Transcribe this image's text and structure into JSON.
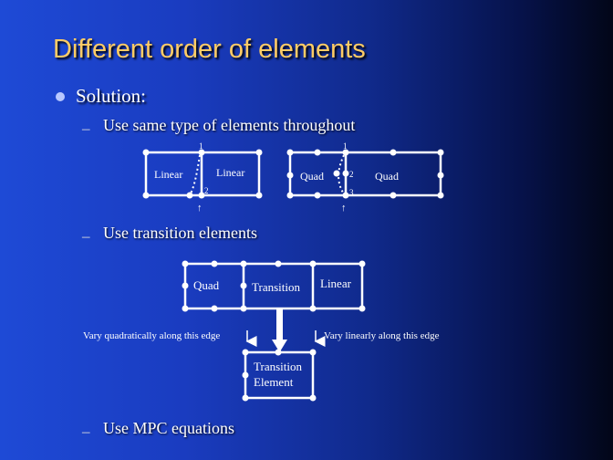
{
  "slide": {
    "title": "Different order of elements",
    "solution_label": "Solution:",
    "bullet_dash": "–",
    "subitems": [
      "Use same type of elements throughout",
      "Use transition elements",
      "Use MPC equations"
    ]
  },
  "diagram1": {
    "left_label": "Linear",
    "right_label": "Linear",
    "node_top": "1",
    "node_bottom": "2",
    "arrow": "↑"
  },
  "diagram2": {
    "left_label": "Quad",
    "right_label": "Quad",
    "node_top": "1",
    "node_mid": "2",
    "node_bottom": "3",
    "arrow": "↑"
  },
  "diagram3": {
    "quad_label": "Quad",
    "transition_label": "Transition",
    "linear_label": "Linear",
    "left_note": "Vary quadratically along this edge",
    "right_note": "Vary linearly along this edge",
    "element_line1": "Transition",
    "element_line2": "Element"
  },
  "colors": {
    "title": "#ffcc66",
    "text": "#ffffff",
    "background_left": "#1e4ad6",
    "background_right": "#020618"
  }
}
